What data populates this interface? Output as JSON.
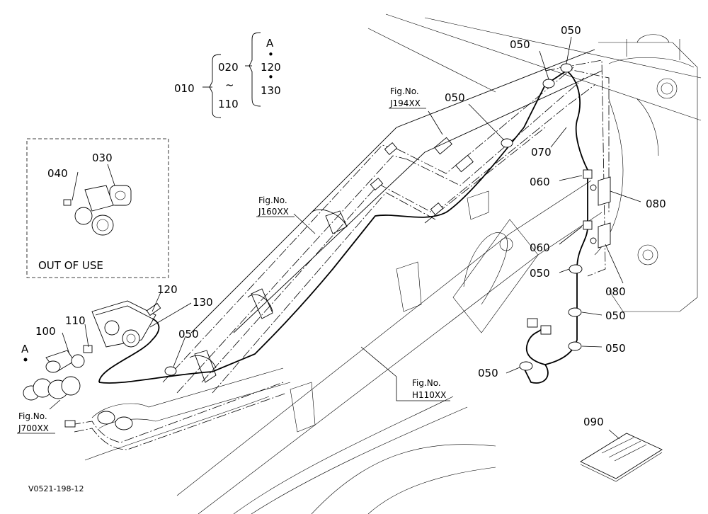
{
  "tree": {
    "root": "010",
    "range_start": "020",
    "tilde": "~",
    "range_end": "110",
    "sub_head": "A",
    "sub_dot": "•",
    "sub_item1": "120",
    "sub_item2": "130"
  },
  "inset": {
    "caption": "OUT OF USE"
  },
  "parts": {
    "p030": "030",
    "p040": "040",
    "p050": "050",
    "p060": "060",
    "p070": "070",
    "p080": "080",
    "p090": "090",
    "p100": "100",
    "p110": "110",
    "p120": "120",
    "p130": "130",
    "ref_a": "A"
  },
  "figures": {
    "fig_prefix": "Fig.No.",
    "j194": "J194XX",
    "j160": "J160XX",
    "h110": "H110XX",
    "j700": "J700XX"
  },
  "footer": {
    "code": "V0521-198-12"
  }
}
